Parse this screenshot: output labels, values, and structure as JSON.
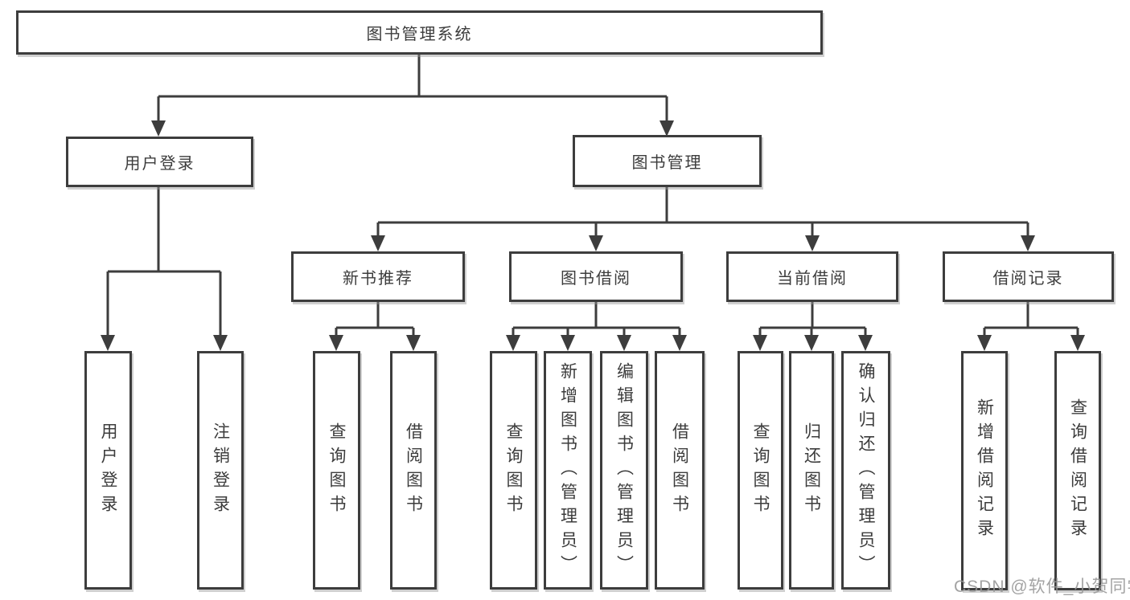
{
  "diagram": {
    "root": {
      "label": "图书管理系统"
    },
    "branches": [
      {
        "label": "用户登录",
        "children": [
          {
            "label": "用户登录"
          },
          {
            "label": "注销登录"
          }
        ]
      },
      {
        "label": "图书管理",
        "children": [
          {
            "label": "新书推荐",
            "children": [
              {
                "label": "查询图书"
              },
              {
                "label": "借阅图书"
              }
            ]
          },
          {
            "label": "图书借阅",
            "children": [
              {
                "label": "查询图书"
              },
              {
                "label": "新增图书（管理员）"
              },
              {
                "label": "编辑图书（管理员）"
              },
              {
                "label": "借阅图书"
              }
            ]
          },
          {
            "label": "当前借阅",
            "children": [
              {
                "label": "查询图书"
              },
              {
                "label": "归还图书"
              },
              {
                "label": "确认归还（管理员）"
              }
            ]
          },
          {
            "label": "借阅记录",
            "children": [
              {
                "label": "新增借阅记录"
              },
              {
                "label": "查询借阅记录"
              }
            ]
          }
        ]
      }
    ]
  },
  "watermark": {
    "text": "CSDN @软件_小贺同学"
  },
  "colors": {
    "line": "#3d3d3d",
    "box_border": "#3d3d3d",
    "text": "#3c3c3c",
    "watermark": "#969696",
    "background": "#ffffff"
  }
}
